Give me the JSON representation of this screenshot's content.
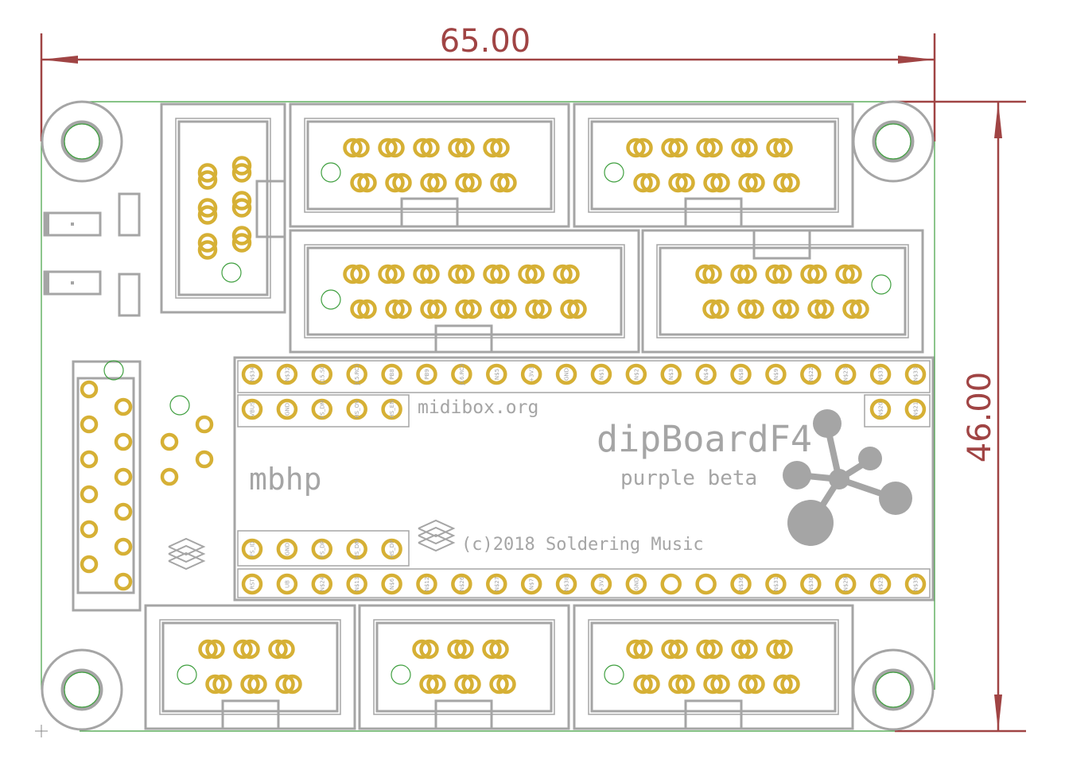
{
  "dimensions": {
    "width": "65.00",
    "height": "46.00"
  },
  "board": {
    "site": "midibox.org",
    "name": "dipBoardF4",
    "variant": "purple beta",
    "family": "mbhp",
    "copyright": "(c)2018 Soldering Music"
  },
  "pins": {
    "top_row": [
      "N$34",
      "N$32",
      "J15.SC",
      "J15.RC1",
      "PB8",
      "PB9",
      "J16.RC2",
      "N$5",
      "+3V3",
      "GND",
      "N$1",
      "N$2",
      "N$3",
      "N$4",
      "N$8",
      "N$9",
      "N$22",
      "N$23",
      "N$37",
      "N$33"
    ],
    "second_row_left": [
      "VBUS",
      "GND",
      "FS_DM",
      "HS_OV",
      "HS_EN"
    ],
    "second_row_right": [
      "N$20",
      "N$21"
    ],
    "lower_row_left": [
      "FS_ID",
      "GND",
      "FS_DP",
      "HS_DM",
      "HS_DP"
    ],
    "bottom_row": [
      "RST",
      "UB",
      "N$24",
      "N$13",
      "N$6",
      "N$12",
      "N$26",
      "N$27",
      "N$7",
      "N$38",
      "+3V3",
      "GND",
      "",
      "",
      "N$36",
      "N$31",
      "N$30",
      "N$29",
      "N$25",
      "N$35"
    ]
  },
  "colors": {
    "silkscreen": "#a5a5a5",
    "pad": "#d6b035",
    "outline": "#3f9f3f",
    "dimension": "#a04444"
  }
}
